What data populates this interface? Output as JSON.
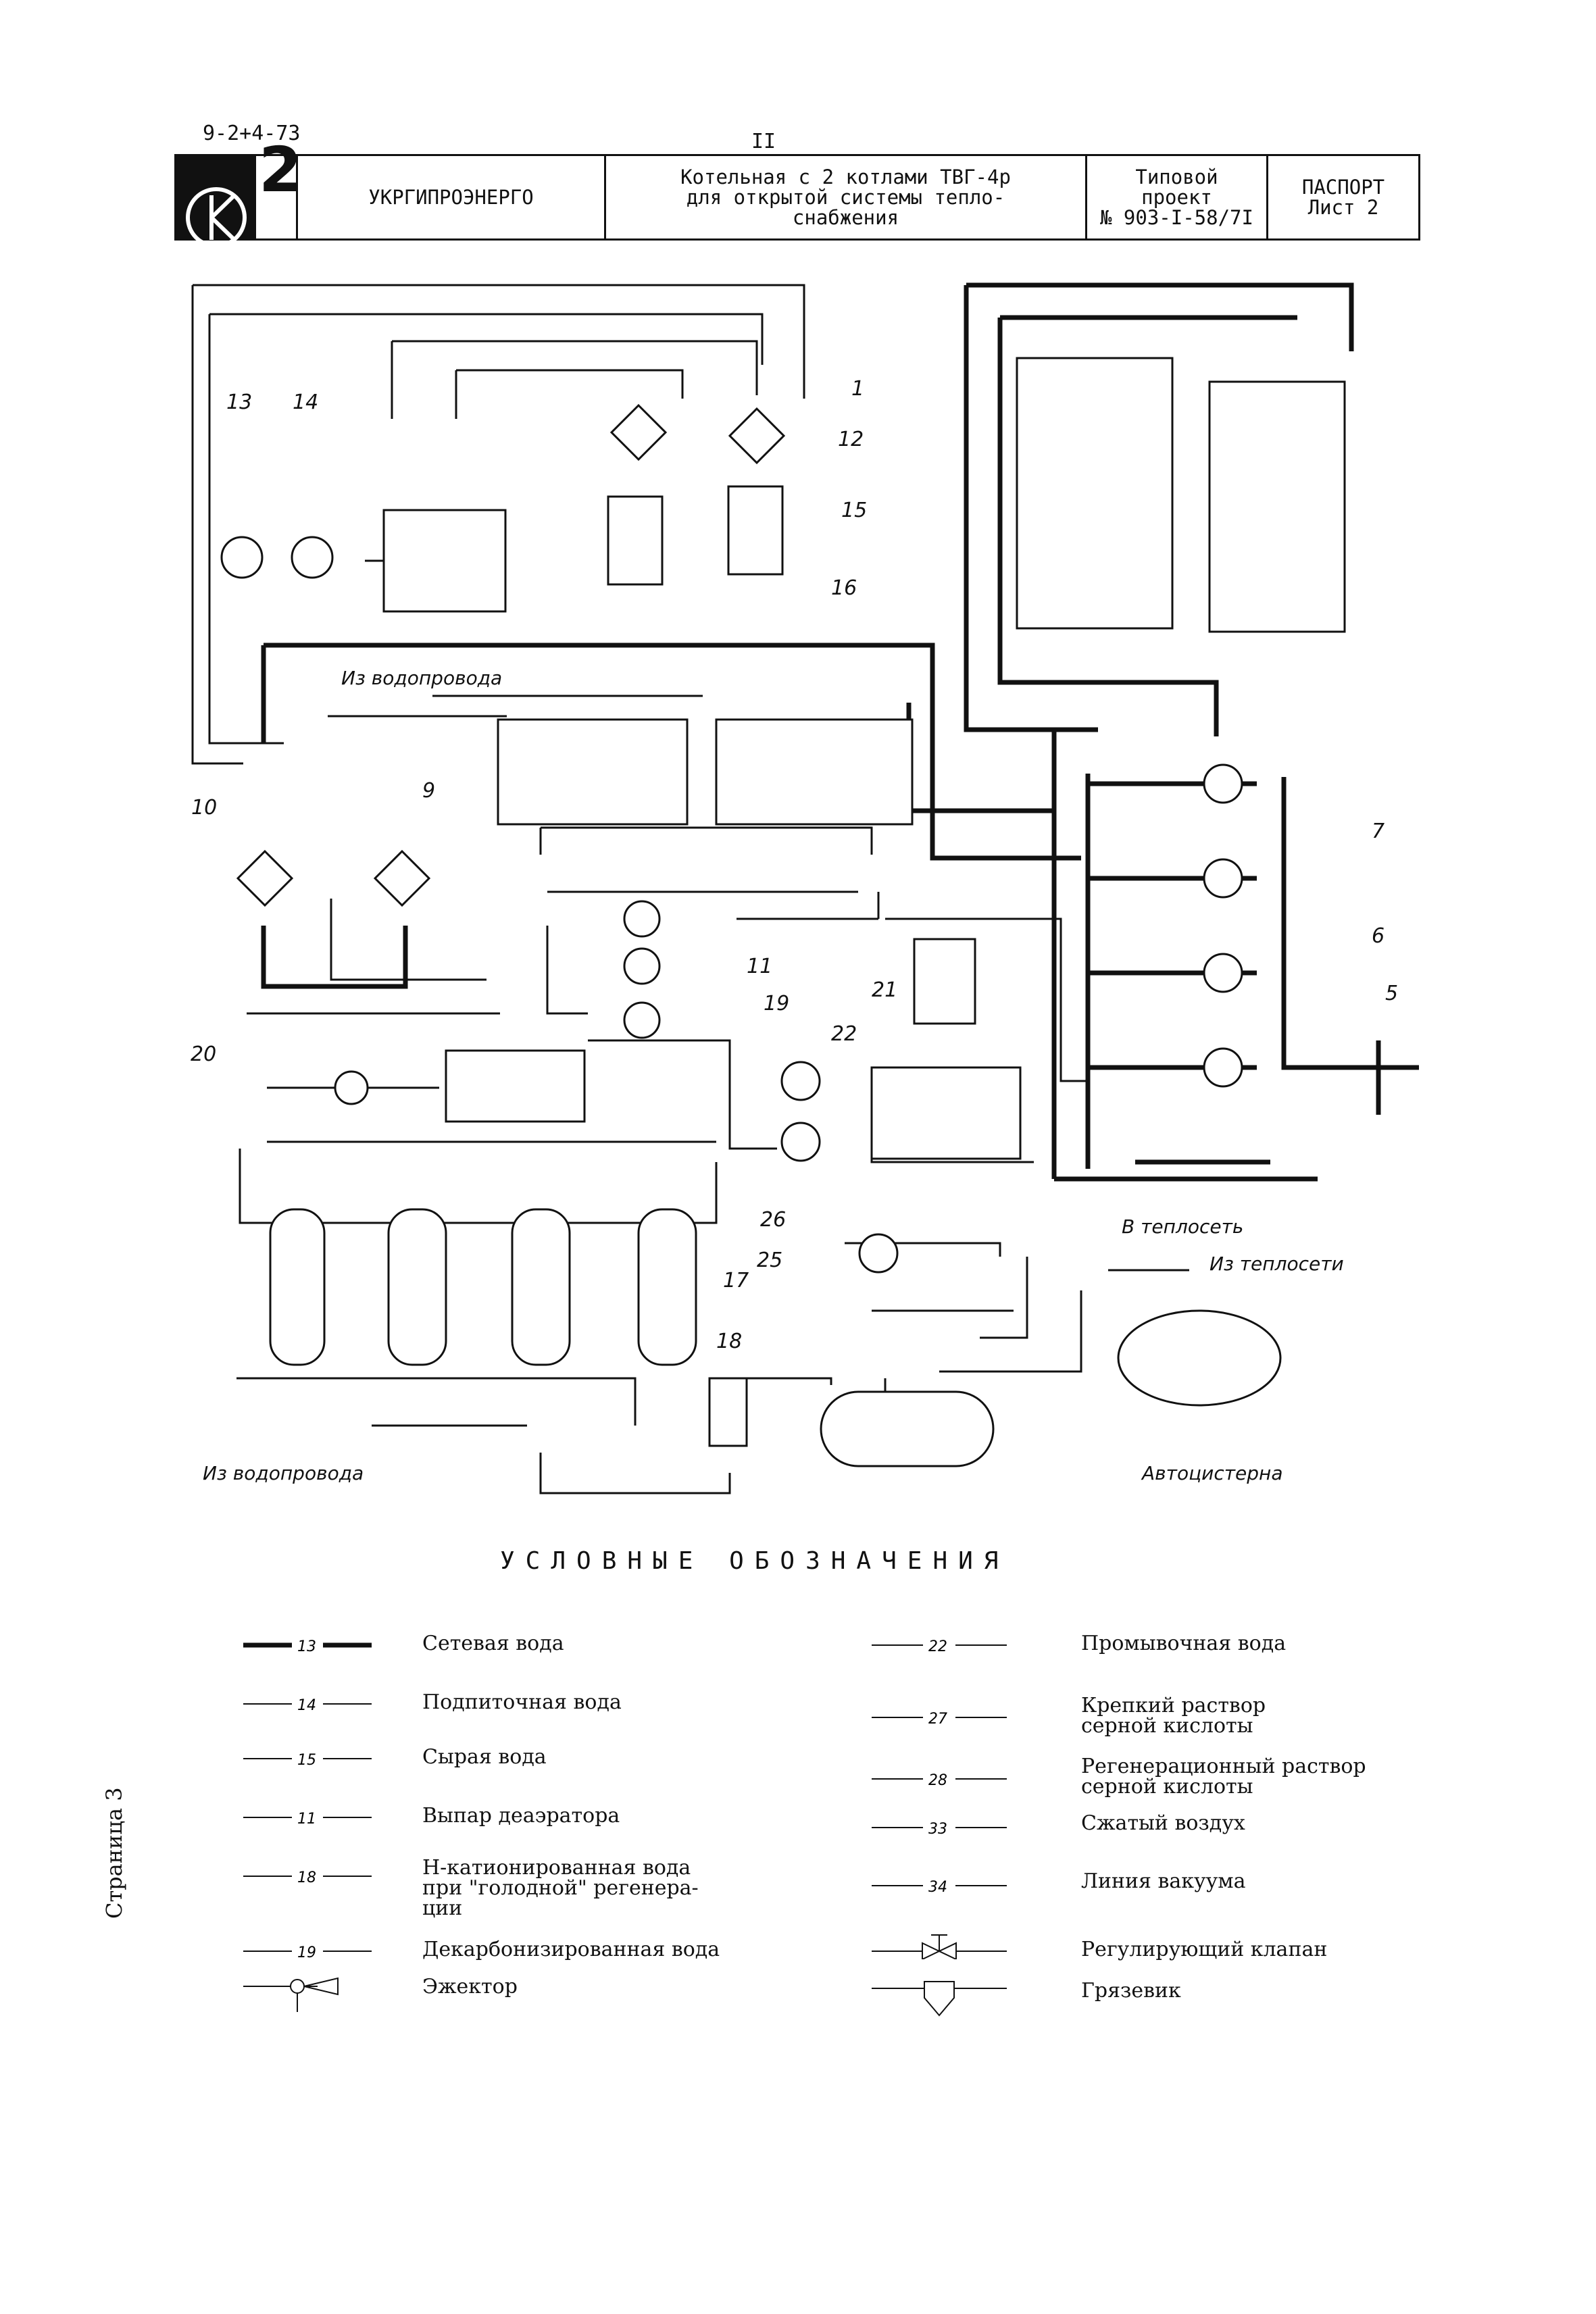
{
  "header": {
    "doc_code": "9-2+4-73",
    "sheet_number": "II",
    "logo_number": "2",
    "organization": "УКРГИПРОЭНЕРГО",
    "title": "Котельная с 2 котлами ТВГ-4р\nдля открытой системы тепло-\nснабжения",
    "project": "Типовой\nпроект\n№ 903-I-58/7I",
    "passport": "ПАСПОРТ\nЛист 2"
  },
  "diagram": {
    "callouts": [
      "1",
      "5",
      "6",
      "7",
      "9",
      "10",
      "11",
      "12",
      "13",
      "14",
      "15",
      "16",
      "17",
      "18",
      "19",
      "20",
      "21",
      "22",
      "25",
      "26"
    ],
    "line_codes": [
      "11",
      "13",
      "14",
      "15",
      "18",
      "19",
      "22",
      "27",
      "28",
      "33",
      "34"
    ],
    "annotations": {
      "from_water_supply_top": "Из водопровода",
      "from_water_supply_bottom": "Из водопровода",
      "to_heating_network": "В теплосеть",
      "from_heating_network": "Из теплосети",
      "tanker": "Автоцистерна"
    }
  },
  "legend": {
    "title": "УСЛОВНЫЕ ОБОЗНАЧЕНИЯ",
    "left": [
      {
        "code": "13",
        "label": "Сетевая вода"
      },
      {
        "code": "14",
        "label": "Подпиточная вода"
      },
      {
        "code": "15",
        "label": "Сырая вода"
      },
      {
        "code": "11",
        "label": "Выпар деаэратора"
      },
      {
        "code": "18",
        "label": "Н-катионированная вода\nпри \"голодной\" регенера-\nции"
      },
      {
        "code": "19",
        "label": "Декарбонизированная вода"
      },
      {
        "code": "",
        "label": "Эжектор"
      }
    ],
    "right": [
      {
        "code": "22",
        "label": "Промывочная вода"
      },
      {
        "code": "27",
        "label": "Крепкий раствор\nсерной кислоты"
      },
      {
        "code": "28",
        "label": "Регенерационный раствор\nсерной кислоты"
      },
      {
        "code": "33",
        "label": "Сжатый воздух"
      },
      {
        "code": "34",
        "label": "Линия вакуума"
      },
      {
        "code": "",
        "label": "Регулирующий клапан"
      },
      {
        "code": "",
        "label": "Грязевик"
      }
    ]
  },
  "page_label": "Страница 3"
}
